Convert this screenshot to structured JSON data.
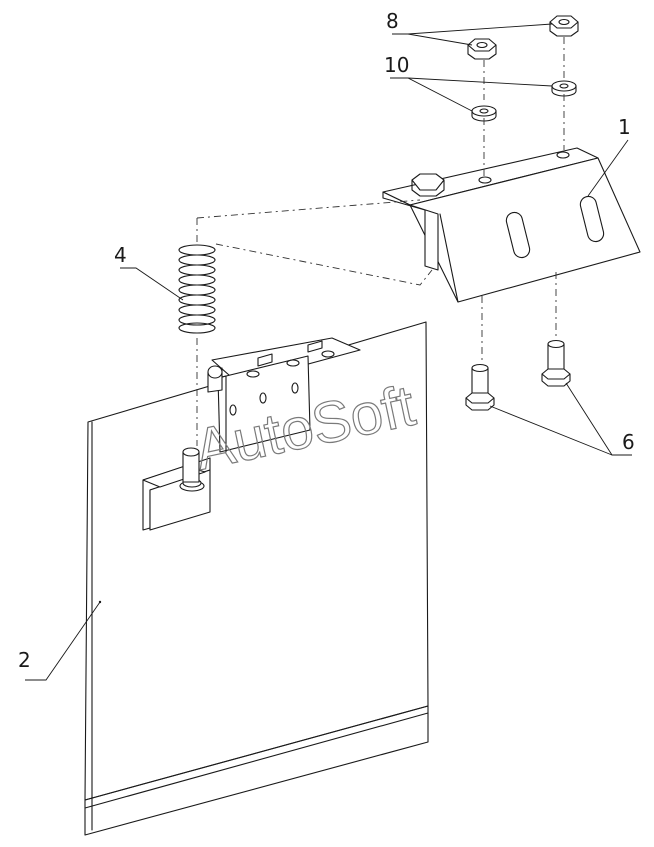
{
  "callouts": {
    "c1": "1",
    "c2": "2",
    "c4": "4",
    "c6": "6",
    "c8": "8",
    "c10": "10"
  },
  "watermark": "AutoSoft"
}
